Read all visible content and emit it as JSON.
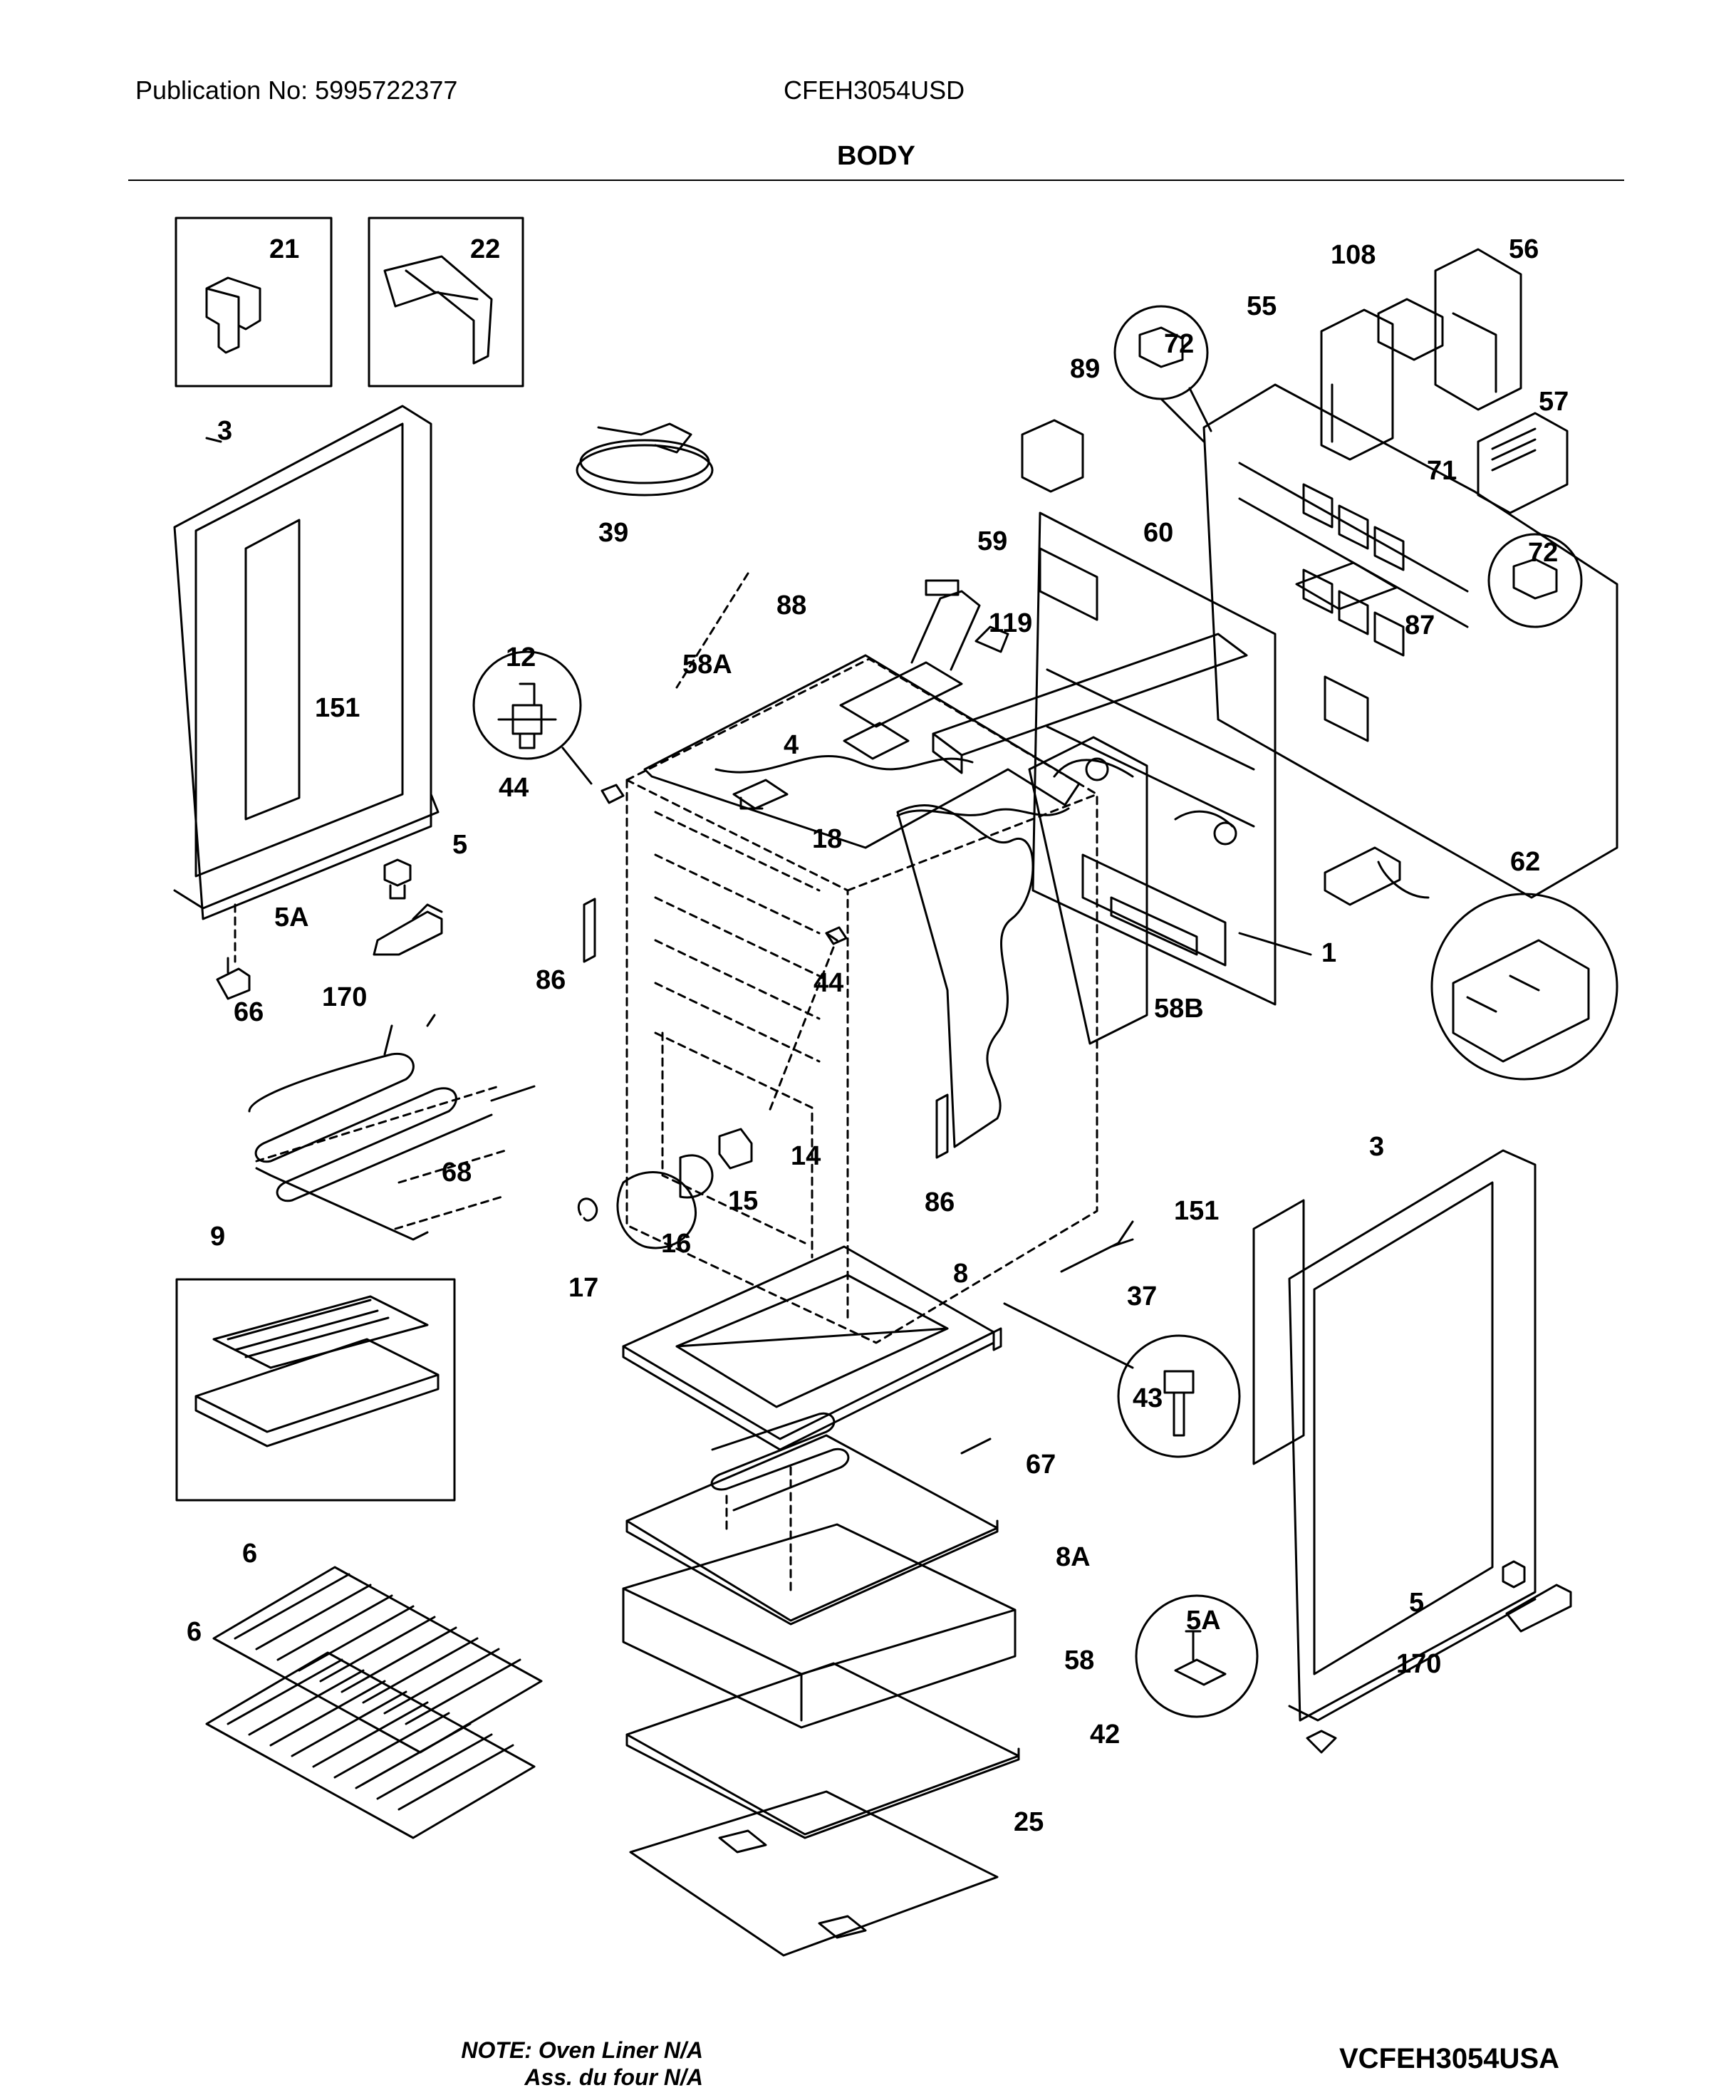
{
  "header": {
    "publication": "Publication No: 5995722377",
    "model": "CFEH3054USD",
    "title": "BODY"
  },
  "footer": {
    "note_line1": "NOTE: Oven Liner N/A",
    "note_line2": "Ass. du four N/A",
    "diagram_code": "VCFEH3054USA"
  },
  "callouts": {
    "p21": "21",
    "p22": "22",
    "p3a": "3",
    "p151a": "151",
    "p5a": "5",
    "p5Aa": "5A",
    "p170a": "170",
    "p39": "39",
    "p12": "12",
    "p44a": "44",
    "p88": "88",
    "p58A": "58A",
    "p4": "4",
    "p18": "18",
    "p59": "59",
    "p119": "119",
    "p89": "89",
    "p60": "60",
    "p72a": "72",
    "p55": "55",
    "p108": "108",
    "p56": "56",
    "p57": "57",
    "p71": "71",
    "p72b": "72",
    "p87": "87",
    "p62": "62",
    "p1": "1",
    "p58B": "58B",
    "p86a": "86",
    "p44b": "44",
    "p66": "66",
    "p68": "68",
    "p14": "14",
    "p15": "15",
    "p16": "16",
    "p17": "17",
    "p86b": "86",
    "p9": "9",
    "p8": "8",
    "p43": "43",
    "p37": "37",
    "p151b": "151",
    "p3b": "3",
    "p67": "67",
    "p8A": "8A",
    "p6a": "6",
    "p6b": "6",
    "p58": "58",
    "p5Ab": "5A",
    "p5b": "5",
    "p170b": "170",
    "p42": "42",
    "p25": "25"
  }
}
